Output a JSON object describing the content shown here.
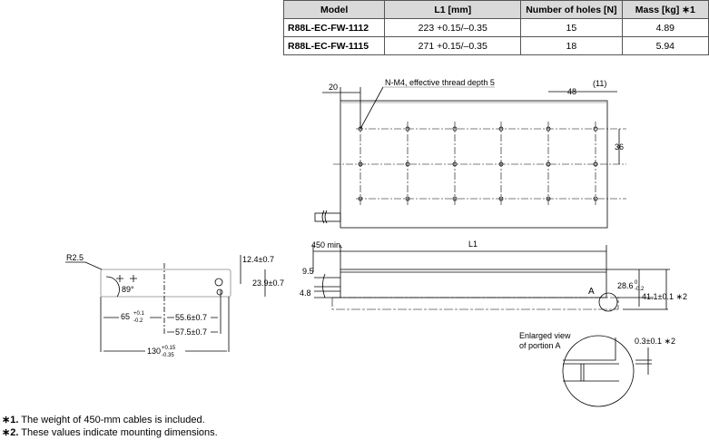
{
  "table": {
    "headers": [
      "Model",
      "L1 [mm]",
      "Number of holes [N]",
      "Mass [kg] ∗1"
    ],
    "rows": [
      [
        "R88L-EC-FW-1112",
        "223 +0.15/–0.35",
        "15",
        "4.89"
      ],
      [
        "R88L-EC-FW-1115",
        "271 +0.15/–0.35",
        "18",
        "5.94"
      ]
    ]
  },
  "top_view": {
    "dim_20": "20",
    "thread_note": "N-M4, effective thread depth 5",
    "dim_48": "48",
    "dim_11": "(11)",
    "dim_36": "36"
  },
  "bracket_view": {
    "r25": "R2.5",
    "angle": "89°",
    "d124": "12.4±0.7",
    "d239": "23.9±0.7",
    "d65": "65",
    "d65_tol_up": "+0.1",
    "d65_tol_dn": "-0.2",
    "d556": "55.6±0.7",
    "d575": "57.5±0.7",
    "d130": "130",
    "d130_tol_up": "+0.15",
    "d130_tol_dn": "-0.35"
  },
  "side_view": {
    "d450": "450 min.",
    "l1": "L1",
    "d95": "9.5",
    "d48": "4.8",
    "d286": "28.6",
    "d286_tol_up": "0",
    "d286_tol_dn": "-0.2",
    "d411": "41.1±0.1 ∗2",
    "portion": "A"
  },
  "enlarged": {
    "label1": "Enlarged view",
    "label2": "of portion A",
    "d03": "0.3±0.1 ∗2"
  },
  "notes": [
    {
      "mark": "∗1.",
      "text": " The weight of 450-mm cables is included."
    },
    {
      "mark": "∗2.",
      "text": " These values indicate mounting dimensions."
    }
  ]
}
